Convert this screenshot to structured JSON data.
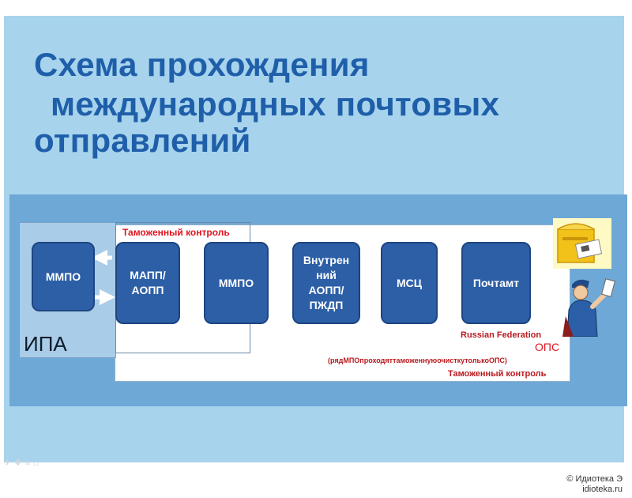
{
  "title": {
    "line1": "Схема прохождения",
    "line2": "международных почтовых",
    "line3": "отправлений"
  },
  "diagram": {
    "ipa_label": "ИПА",
    "customs_top": "Таможенный контроль",
    "customs_bottom": "Таможенный контроль",
    "russian_federation": "Russian Federation",
    "ops_label": "ОПС",
    "ops_note": "(рядМПОпроходяттаможеннуюочисткутолькоОПС)",
    "nodes": [
      {
        "label": "ММПО"
      },
      {
        "label": "МАПП/\nАОПП"
      },
      {
        "label": "ММПО"
      },
      {
        "label": "Внутрен\nний\nАОПП/\nПЖДП"
      },
      {
        "label": "МСЦ"
      },
      {
        "label": "Почтамт"
      }
    ]
  },
  "footer": {
    "copyright": "© Идиотека Э",
    "site": "idioteka.ru"
  },
  "colors": {
    "slide_bg": "#a7d3ec",
    "band_bg": "#6ea8d6",
    "node_fill": "#2d5fa7",
    "title_color": "#1f5faa",
    "customs_red": "#e0141e"
  }
}
